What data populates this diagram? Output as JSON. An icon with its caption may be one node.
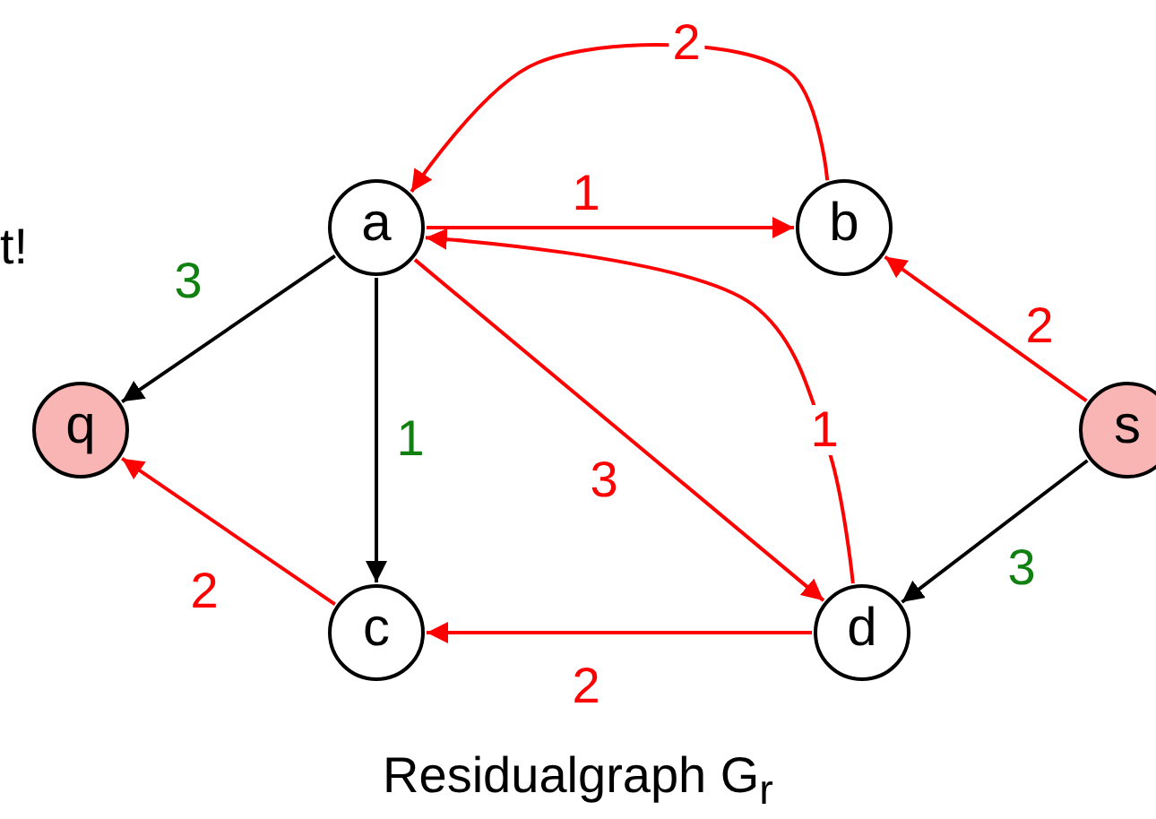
{
  "diagram": {
    "caption": "Residualgraph G$_{r}$",
    "nodes": [
      {
        "text": [
          "a"
        ]
      },
      {
        "text": [
          "b"
        ]
      },
      {
        "text": [
          "q"
        ]
      },
      {
        "text": [
          "c"
        ]
      },
      {
        "text": [
          "d"
        ]
      },
      {
        "text": [
          "s"
        ]
      }
    ],
    "edges": [
      {
        "from": 1,
        "to": 0,
        "arrow": "to",
        "label": "2"
      },
      {
        "from": 0,
        "to": 1,
        "arrow": "to",
        "label": "1"
      },
      {
        "from": 0,
        "to": 2,
        "arrow": "to",
        "label": "3",
        "color": "#000000"
      },
      {
        "from": 0,
        "to": 3,
        "arrow": "to",
        "label": "1",
        "color": "#000000"
      },
      {
        "from": 0,
        "to": 4,
        "arrow": "to",
        "label": "3"
      },
      {
        "from": 4,
        "to": 0,
        "arrow": "to",
        "label": "1"
      },
      {
        "from": 5,
        "to": 1,
        "arrow": "to",
        "label": "2"
      },
      {
        "from": 5,
        "to": 4,
        "arrow": "to",
        "label": "3",
        "color": "#000000"
      },
      {
        "from": 3,
        "to": 2,
        "arrow": "to",
        "label": "2"
      },
      {
        "from": 4,
        "to": 3,
        "arrow": "to",
        "label": "2"
      }
    ],
    "labels": [
      "t!"
    ]
  }
}
